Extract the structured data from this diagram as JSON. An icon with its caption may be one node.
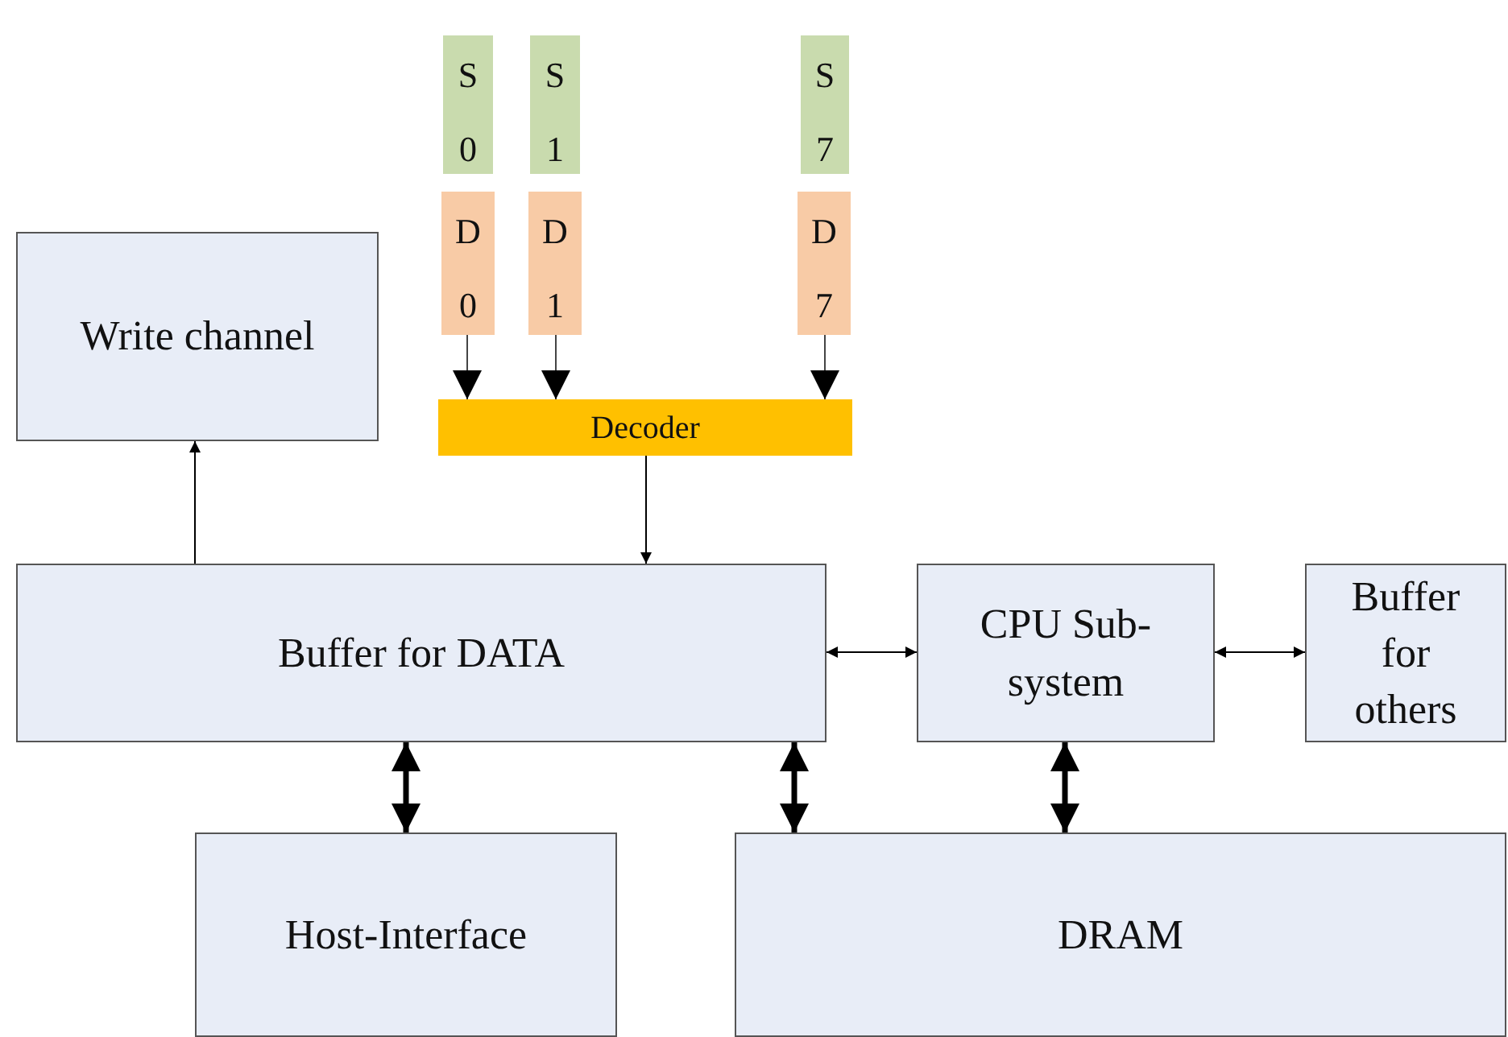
{
  "diagram": {
    "nodes": [
      {
        "text": [
          "S0"
        ]
      },
      {
        "text": [
          "S1"
        ]
      },
      {
        "text": [
          "S7"
        ]
      },
      {
        "text": [
          "D0"
        ]
      },
      {
        "text": [
          "D1"
        ]
      },
      {
        "text": [
          "D7"
        ]
      },
      {
        "text": [
          "Write channel"
        ]
      },
      {
        "text": [
          "Decoder"
        ]
      },
      {
        "text": [
          "Buffer for DATA"
        ]
      },
      {
        "text": [
          "CPU Sub-system"
        ]
      },
      {
        "text": [
          "Buffer for others"
        ]
      },
      {
        "text": [
          "Host-Interface"
        ]
      },
      {
        "text": [
          "DRAM"
        ]
      }
    ],
    "edges": [
      {
        "from": 3,
        "to": 7,
        "arrow": "to"
      },
      {
        "from": 4,
        "to": 7,
        "arrow": "to"
      },
      {
        "from": 5,
        "to": 7,
        "arrow": "to"
      },
      {
        "from": 7,
        "to": 8,
        "arrow": "to"
      },
      {
        "from": 8,
        "to": 6,
        "arrow": "to"
      },
      {
        "from": 8,
        "to": 9,
        "arrow": "both"
      },
      {
        "from": 9,
        "to": 10,
        "arrow": "both"
      },
      {
        "from": 8,
        "to": 11,
        "arrow": "both",
        "style": "thick"
      },
      {
        "from": 8,
        "to": 12,
        "arrow": "both",
        "style": "thick"
      },
      {
        "from": 9,
        "to": 12,
        "arrow": "both",
        "style": "thick"
      }
    ]
  }
}
